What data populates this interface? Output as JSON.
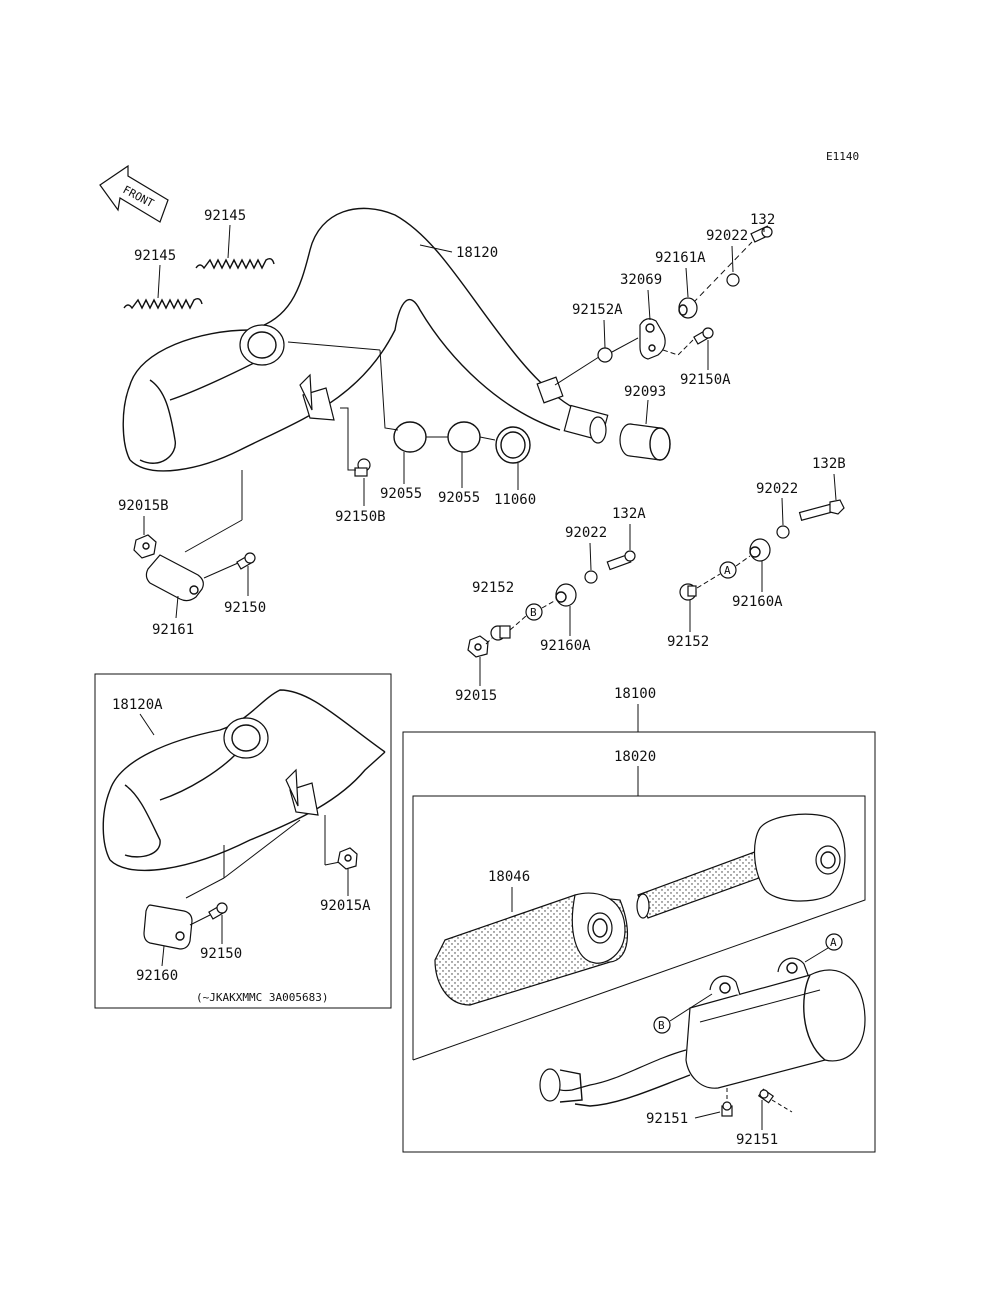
{
  "diagram_code": "E1140",
  "front_label": "FRONT",
  "variant_note": "(~JKAKXMMC 3A005683)",
  "parts": {
    "p92145_a": "92145",
    "p92145_b": "92145",
    "p18120": "18120",
    "p132": "132",
    "p92022_a": "92022",
    "p92161A": "92161A",
    "p32069": "32069",
    "p92152A": "92152A",
    "p92093": "92093",
    "p92150A": "92150A",
    "p92055_a": "92055",
    "p92055_b": "92055",
    "p11060": "11060",
    "p92150B": "92150B",
    "p92015B": "92015B",
    "p92150_a": "92150",
    "p92161": "92161",
    "p132B": "132B",
    "p92022_b": "92022",
    "p132A": "132A",
    "p92022_c": "92022",
    "p92152_a": "92152",
    "p92160A_a": "92160A",
    "p92160A_b": "92160A",
    "p92152_b": "92152",
    "p92015": "92015",
    "p18100": "18100",
    "p18120A": "18120A",
    "p18020": "18020",
    "p18046": "18046",
    "p92015A": "92015A",
    "p92150_b": "92150",
    "p92160": "92160",
    "p92151_a": "92151",
    "p92151_b": "92151"
  },
  "markers": {
    "a": "A",
    "b": "B"
  }
}
